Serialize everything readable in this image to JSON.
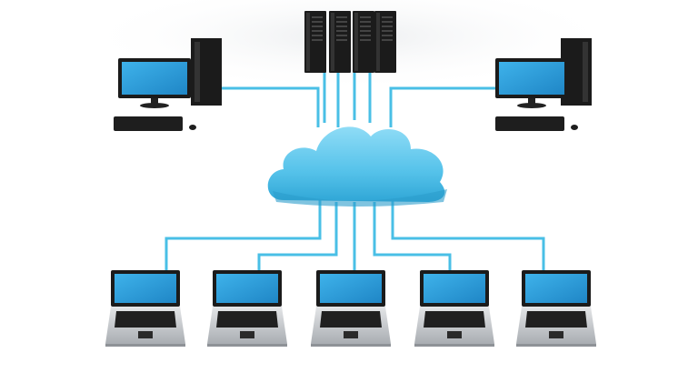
{
  "illustration": {
    "subject": "cloud-network",
    "icons": {
      "cloud": "cloud-icon",
      "server_rack": "server-rack-icon",
      "desktop": "desktop-computer-icon",
      "laptop": "laptop-icon"
    },
    "colors": {
      "cable": "#49bfe6",
      "cloud": "#5cc6ec",
      "screen": "#2f9fdc",
      "hardware": "#1b1b1b",
      "laptop_body": "#c9ccd0"
    },
    "counts": {
      "servers": 4,
      "desktops": 2,
      "laptops": 5
    }
  }
}
